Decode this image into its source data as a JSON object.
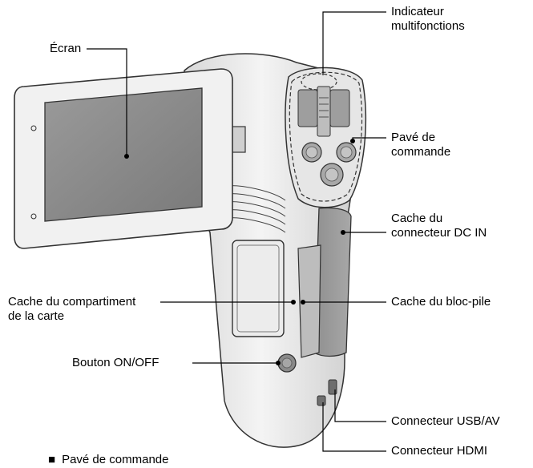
{
  "diagram": {
    "labels": {
      "ecran": [
        "Écran"
      ],
      "indicateur": [
        "Indicateur",
        "multifonctions"
      ],
      "pave": [
        "Pavé de",
        "commande"
      ],
      "cache_dc": [
        "Cache du",
        "connecteur DC IN"
      ],
      "cache_bloc": [
        "Cache du bloc-pile"
      ],
      "cache_carte": [
        "Cache du compartiment",
        "de la carte"
      ],
      "bouton": [
        "Bouton ON/OFF"
      ],
      "usb": [
        "Connecteur USB/AV"
      ],
      "hdmi": [
        "Connecteur HDMI"
      ]
    },
    "footer_bullet": "■",
    "footer": "Pavé de commande"
  }
}
